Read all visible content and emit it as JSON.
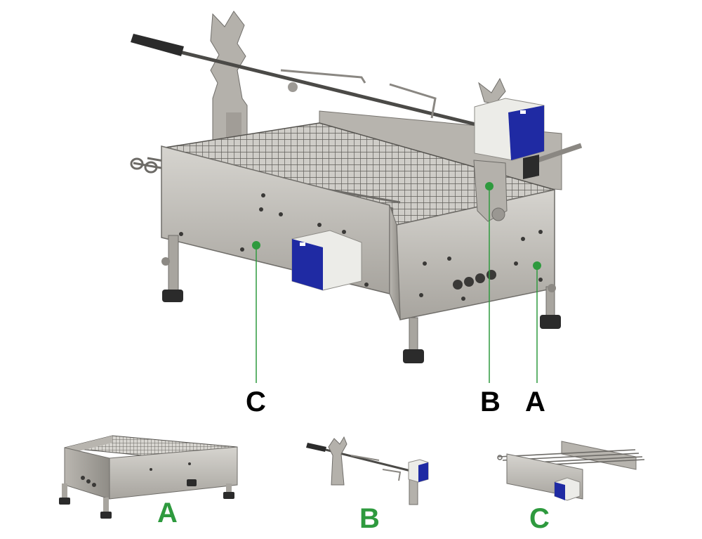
{
  "callouts": {
    "main": {
      "C": "C",
      "B": "B",
      "A": "A"
    },
    "components": {
      "A": "A",
      "B": "B",
      "C": "C"
    }
  },
  "colors": {
    "leader": "#2e9a3e",
    "component_label": "#2e9a3e",
    "steel_light": "#c9c7c2",
    "steel_mid": "#a9a6a0",
    "steel_dark": "#6f6d69",
    "motor_white": "#eeeeea",
    "motor_blue": "#1f2aa3",
    "rubber": "#2b2b2b"
  },
  "icons": [
    "grill-assembly-illustration",
    "fire-box-icon",
    "rotisserie-spit-icon",
    "skewer-rack-icon"
  ]
}
